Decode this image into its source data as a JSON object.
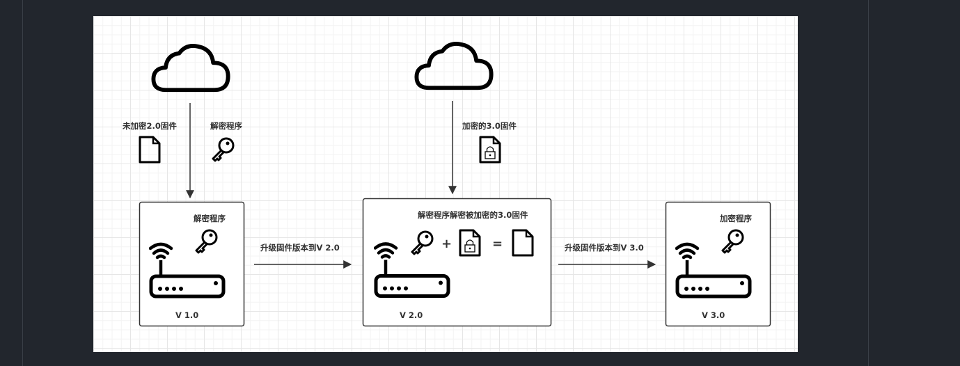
{
  "diagram": {
    "left": {
      "file_label": "未加密2.0固件",
      "tool_label": "解密程序",
      "box_label": "解密程序",
      "version": "V 1.0"
    },
    "arrow1": "升级固件版本到V 2.0",
    "middle": {
      "file_label": "加密的3.0固件",
      "box_label": "解密程序解密被加密的3.0固件",
      "plus": "+",
      "equals": "=",
      "version": "V 2.0"
    },
    "arrow2": "升级固件版本到V 3.0",
    "right": {
      "box_label": "加密程序",
      "version": "V 3.0"
    }
  }
}
